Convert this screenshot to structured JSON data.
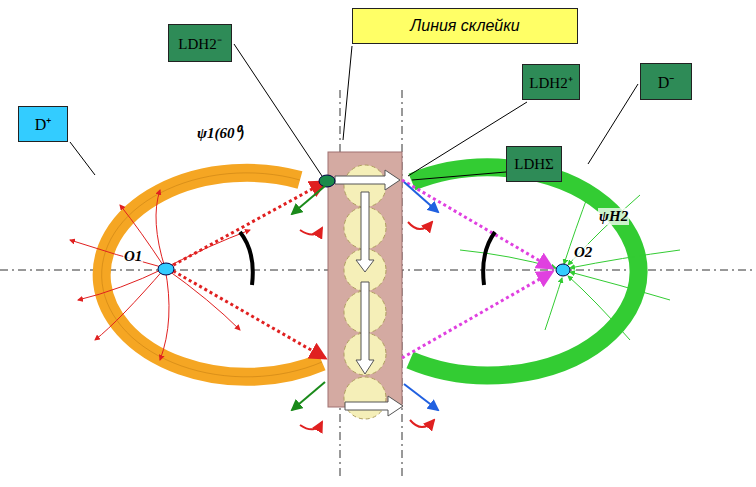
{
  "diagram": {
    "nodes": [
      {
        "text": [
          "D⁺"
        ]
      },
      {
        "text": [
          "LDH2⁻"
        ]
      },
      {
        "text": [
          "Линия склейки"
        ]
      },
      {
        "text": [
          "LDH2⁺"
        ]
      },
      {
        "text": [
          "D⁻"
        ]
      },
      {
        "text": [
          "LDHΣ"
        ]
      }
    ],
    "labels": [
      "ψ1(60⁰)",
      "O1",
      "ψH2",
      "O2"
    ]
  }
}
